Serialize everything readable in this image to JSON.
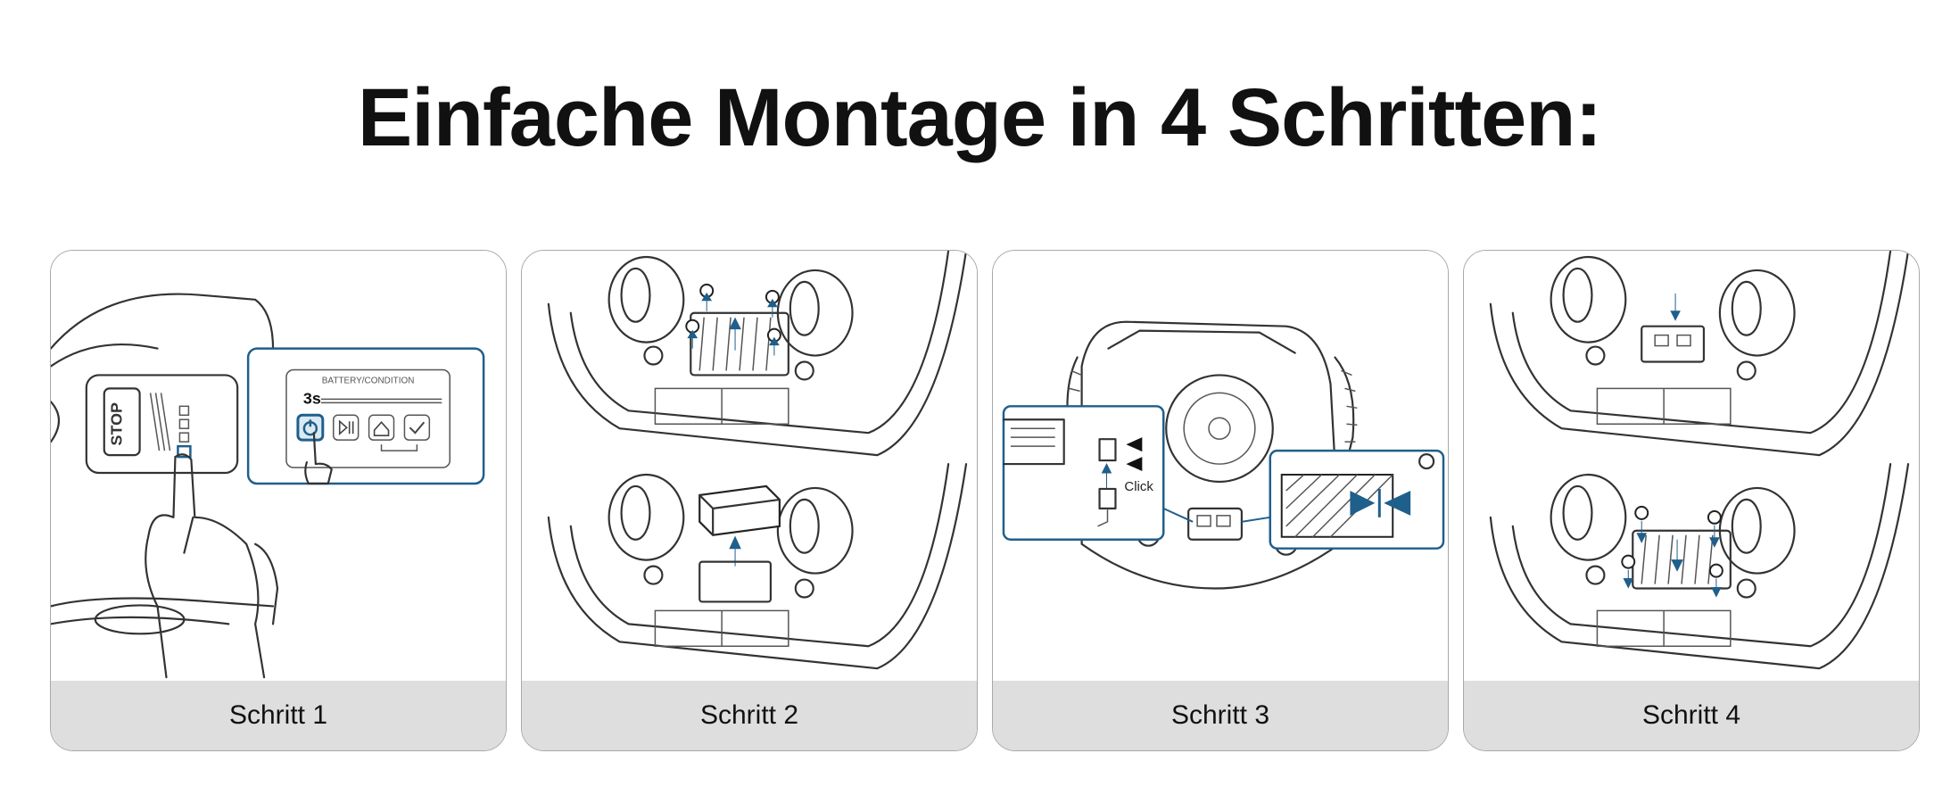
{
  "headline": "Einfache Montage in 4 Schritten:",
  "steps": [
    {
      "label": "Schritt 1"
    },
    {
      "label": "Schritt 2"
    },
    {
      "label": "Schritt 3"
    },
    {
      "label": "Schritt 4"
    }
  ],
  "step1_panel": {
    "header": "BATTERY/CONDITION",
    "hold_time": "3s",
    "stop_label": "STOP"
  },
  "step3_callout": {
    "click_label": "Click"
  },
  "colors": {
    "accent": "#1f5f8b",
    "caption_bg": "#dedede",
    "card_border": "#a9a9a9",
    "text": "#111111"
  }
}
